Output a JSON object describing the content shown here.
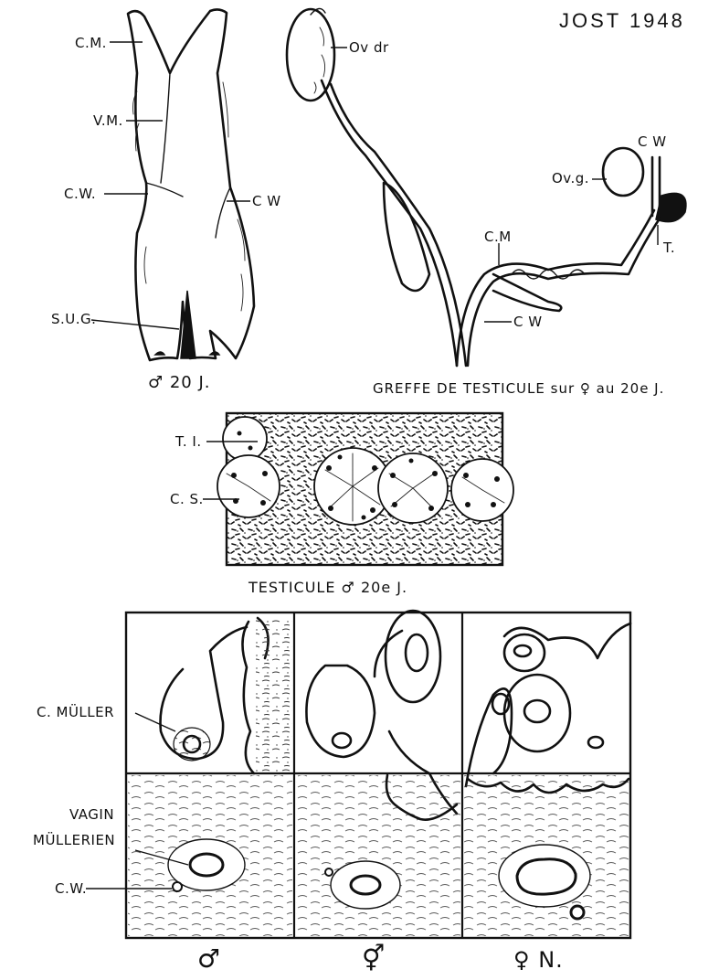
{
  "header": {
    "title": "JOST 1948"
  },
  "figure_male_tract": {
    "labels": {
      "cm": "C.M.",
      "vm": "V.M.",
      "cw_left": "C.W.",
      "cw_right": "C W",
      "sug": "S.U.G."
    },
    "caption": "♂ 20 J."
  },
  "figure_graft": {
    "labels": {
      "ov_dr": "Ov dr",
      "cw_top": "C W",
      "ov_g": "Ov.g.",
      "t": "T.",
      "cm": "C.M",
      "cw_bottom": "C W"
    },
    "caption": "GREFFE DE TESTICULE sur ♀ au 20e J."
  },
  "figure_testis_section": {
    "labels": {
      "ti": "T. I.",
      "cs": "C. S."
    },
    "caption": "TESTICULE ♂ 20e J."
  },
  "figure_sections_grid": {
    "row_labels": {
      "muller": "C. MÜLLER",
      "vagin_line1": "VAGIN",
      "vagin_line2": "MÜLLERIEN",
      "cw": "C.W."
    },
    "column_captions": [
      "♂",
      "⚥",
      "♀ N."
    ]
  }
}
